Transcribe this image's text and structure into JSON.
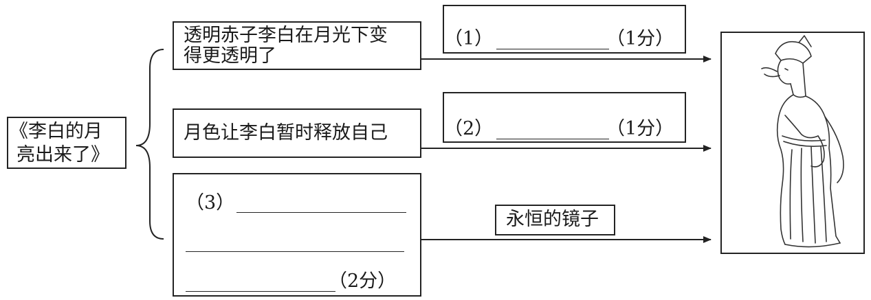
{
  "title_box": {
    "line1": "《李白的月",
    "line2": "亮出来了》"
  },
  "branches": [
    {
      "cause_line1": "透明赤子李白在月光下变",
      "cause_line2": "得更透明了",
      "blank_label": "（1）",
      "points": "（1分）"
    },
    {
      "cause": "月色让李白暂时释放自己",
      "blank_label": "（2）",
      "points": "（1分）"
    },
    {
      "blank_label": "（3）",
      "points": "（2分）",
      "result": "永恒的镜子"
    }
  ]
}
